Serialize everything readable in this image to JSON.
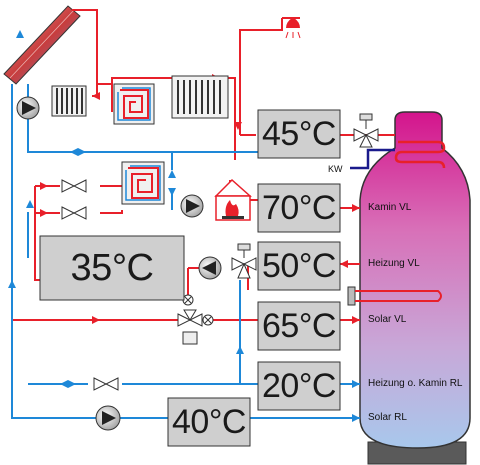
{
  "temperatures": {
    "warm_water": "45°C",
    "fireplace": "70°C",
    "floor_heating": "35°C",
    "heating_flow": "50°C",
    "solar_flow": "65°C",
    "heating_return": "20°C",
    "solar_return": "40°C"
  },
  "tank_labels": {
    "cold_water": "KW",
    "fireplace_flow": "Kamin VL",
    "heating_flow": "Heizung VL",
    "solar_flow": "Solar VL",
    "heating_return": "Heizung o. Kamin RL",
    "solar_return": "Solar RL"
  },
  "colors": {
    "hot_pipe": "#e8202a",
    "cold_pipe": "#1e88d8",
    "cold_water_pipe": "#1a1a8c",
    "box_fill": "#cfcfcf",
    "box_border": "#333333",
    "tank_top": "#d4148c",
    "tank_bottom": "#a8c8ec"
  },
  "icons": [
    "solar-collector-icon",
    "radiator-icon",
    "floor-heating-coil-icon",
    "pump-icon",
    "valve-icon",
    "three-way-valve-icon",
    "motorized-valve-icon",
    "fireplace-icon",
    "shower-icon",
    "thermostatic-mixer-icon",
    "heat-exchanger-icon",
    "heating-rod-icon"
  ]
}
